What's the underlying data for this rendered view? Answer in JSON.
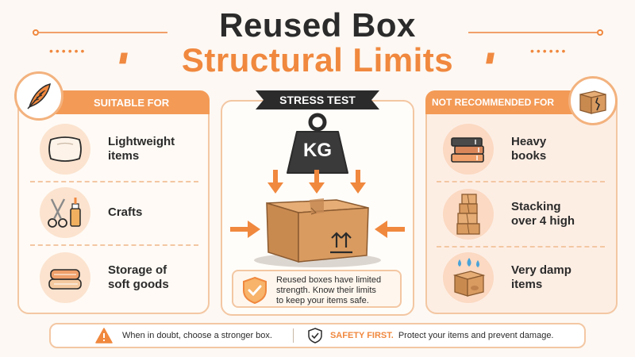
{
  "title": {
    "line1": "Reused Box",
    "line2": "Structural Limits"
  },
  "suitable": {
    "heading": "SUITABLE FOR",
    "badge_icon": "feather-icon",
    "items": [
      {
        "label_line1": "Lightweight",
        "label_line2": "items",
        "icon": "pillow-icon"
      },
      {
        "label_line1": "Crafts",
        "label_line2": "",
        "icon": "scissors-glue-icon"
      },
      {
        "label_line1": "Storage of",
        "label_line2": "soft goods",
        "icon": "folded-towels-icon"
      }
    ]
  },
  "stress": {
    "heading": "STRESS TEST",
    "weight_label": "KG",
    "note_line1": "Reused boxes have limited",
    "note_line2": "strength. Know their limits",
    "note_line3": "to keep your items safe."
  },
  "not_recommended": {
    "heading": "NOT RECOMMENDED FOR",
    "badge_icon": "damaged-box-icon",
    "items": [
      {
        "label_line1": "Heavy",
        "label_line2": "books",
        "icon": "books-icon"
      },
      {
        "label_line1": "Stacking",
        "label_line2": "over 4 high",
        "icon": "stacked-boxes-icon"
      },
      {
        "label_line1": "Very damp",
        "label_line2": "items",
        "icon": "wet-box-icon"
      }
    ]
  },
  "footer": {
    "left_text": "When in doubt, choose a stronger box.",
    "safety_label": "SAFETY FIRST.",
    "safety_text": "Protect your items and prevent damage."
  },
  "colors": {
    "accent": "#f0883e",
    "banner": "#f39a56",
    "border": "#f3c7a3",
    "dark": "#2b2b2b"
  }
}
